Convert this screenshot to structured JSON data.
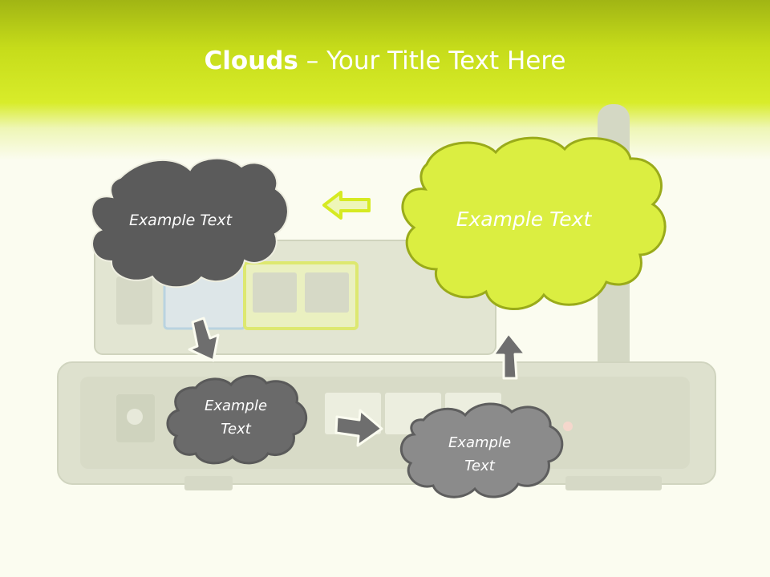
{
  "slide": {
    "title_bold": "Clouds",
    "title_dash": " – ",
    "title_rest": "Your Title Text Here"
  },
  "clouds": {
    "top_left": "Example Text",
    "top_right": "Example Text",
    "middle_left_line1": "Example",
    "middle_left_line2": "Text",
    "bottom_right_line1": "Example",
    "bottom_right_line2": "Text"
  },
  "colors": {
    "accent": "#d6ea22",
    "cloud_dark": "#5a5a5a",
    "cloud_medium": "#6b6b6b",
    "cloud_light": "#8c8c8c",
    "arrow_gray": "#6e6e6e",
    "background": "#fbfcf0"
  }
}
